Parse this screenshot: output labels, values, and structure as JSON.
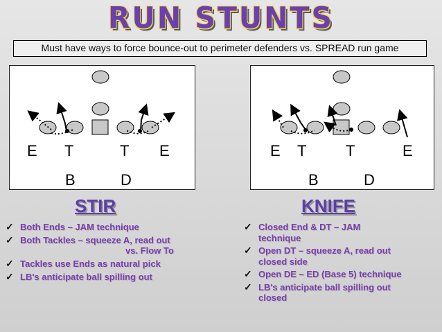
{
  "title": "RUN STUNTS",
  "subtitle": "Must have ways to force bounce-out to perimeter defenders vs. SPREAD run game",
  "plays": [
    {
      "name": "STIR",
      "front_labels": [
        "E",
        "T",
        "T",
        "E"
      ],
      "lb_labels": [
        "B",
        "D"
      ],
      "bullets": [
        {
          "lines": [
            "Both Ends – JAM technique"
          ]
        },
        {
          "lines": [
            "Both Tackles – squeeze A, read out",
            "vs. Flow To"
          ]
        },
        {
          "lines": [
            "Tackles use Ends as natural pick"
          ]
        },
        {
          "lines": [
            "LB's anticipate ball spilling out"
          ]
        }
      ]
    },
    {
      "name": "KNIFE",
      "front_labels": [
        "E",
        "T",
        "T",
        "E"
      ],
      "lb_labels": [
        "B",
        "D"
      ],
      "bullets": [
        {
          "lines": [
            "Closed End & DT – JAM",
            "technique"
          ]
        },
        {
          "lines": [
            "Open DT – squeeze A, read out",
            "closed side"
          ]
        },
        {
          "lines": [
            "Open DE – ED (Base 5) technique"
          ]
        },
        {
          "lines": [
            "LB's anticipate ball spilling out",
            "closed"
          ]
        }
      ]
    }
  ],
  "colors": {
    "title": "#6a3fb0",
    "title_outline": "#f1d24a",
    "bullet_text": "#7a3fae",
    "stunt_name": "#5d3fa8"
  }
}
